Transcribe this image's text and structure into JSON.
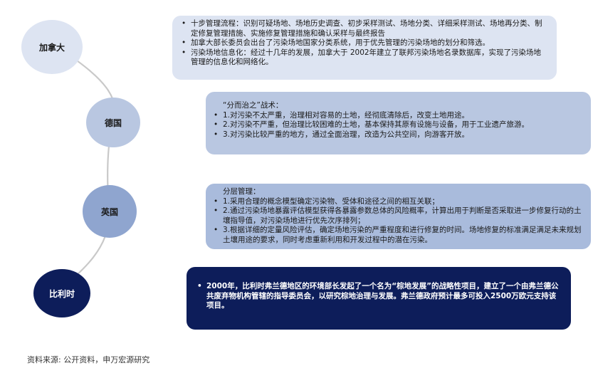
{
  "colors": {
    "canada_node": "#dde4f2",
    "canada_panel": "#dde4f2",
    "germany_node": "#b9c7e1",
    "germany_panel": "#b9c7e1",
    "uk_node": "#8fa5cf",
    "uk_panel": "#a9bbdc",
    "belgium_node": "#0d1d5a",
    "belgium_panel": "#0d1d5a",
    "connector": "#c9c9c9",
    "dark_text": "#1a1a1a",
    "light_text": "#ffffff"
  },
  "canada": {
    "label": "加拿大",
    "bullets": [
      "十步管理流程：识别可疑场地、场地历史调查、初步采样测试、场地分类、详细采样测试、场地再分类、制定修复管理措施、实施修复管理措施和确认采样与最终报告",
      "加拿大部长委员会出台了污染场地国家分类系统，用于优先管理的污染场地的划分和筛选。",
      "污染场地信息化：经过十几年的发展，加拿大于 2002年建立了联邦污染场地名录数据库，实现了污染场地管理的信息化和网络化。"
    ]
  },
  "germany": {
    "label": "德国",
    "heading": "“分而治之”战术：",
    "items": [
      "1.对污染不太严重，治理相对容易的土地，经彻底清除后，改变土地用途。",
      "2.对污染不严重，但治理比较困难的土地，基本保持其原有设施与设备，用于工业遗产旅游。",
      "3.对污染比较严重的地方，通过全面治理，改造为公共空间，向游客开放。"
    ]
  },
  "uk": {
    "label": "英国",
    "heading": "分层管理：",
    "items": [
      "1.采用合理的概念模型确定污染物、受体和途径之间的相互关联；",
      "2.通过污染场地暴露评估模型获得各暴露参数总体的风险概率，计算出用于判断是否采取进一步修复行动的土壤指导值，对污染场地进行优先次序排列；",
      "3.根据详细的定量风险评估，确定场地污染的严重程度和进行修复的时间。场地修复的标准满足满足未来规划土壤用途的要求，同时考虑重新利用和开发过程中的潜在污染。"
    ]
  },
  "belgium": {
    "label": "比利时",
    "bullets": [
      "2000年，比利时弗兰德地区的环境部长发起了一个名为“棕地发展”的战略性项目，建立了一个由弗兰德公共废弃物机构管辖的指导委员会，以研究棕地治理与发展。弗兰德政府预计最多可投入2500万欧元支持该项目。"
    ]
  },
  "footer": {
    "source": "资料来源: 公开资料，申万宏源研究"
  }
}
